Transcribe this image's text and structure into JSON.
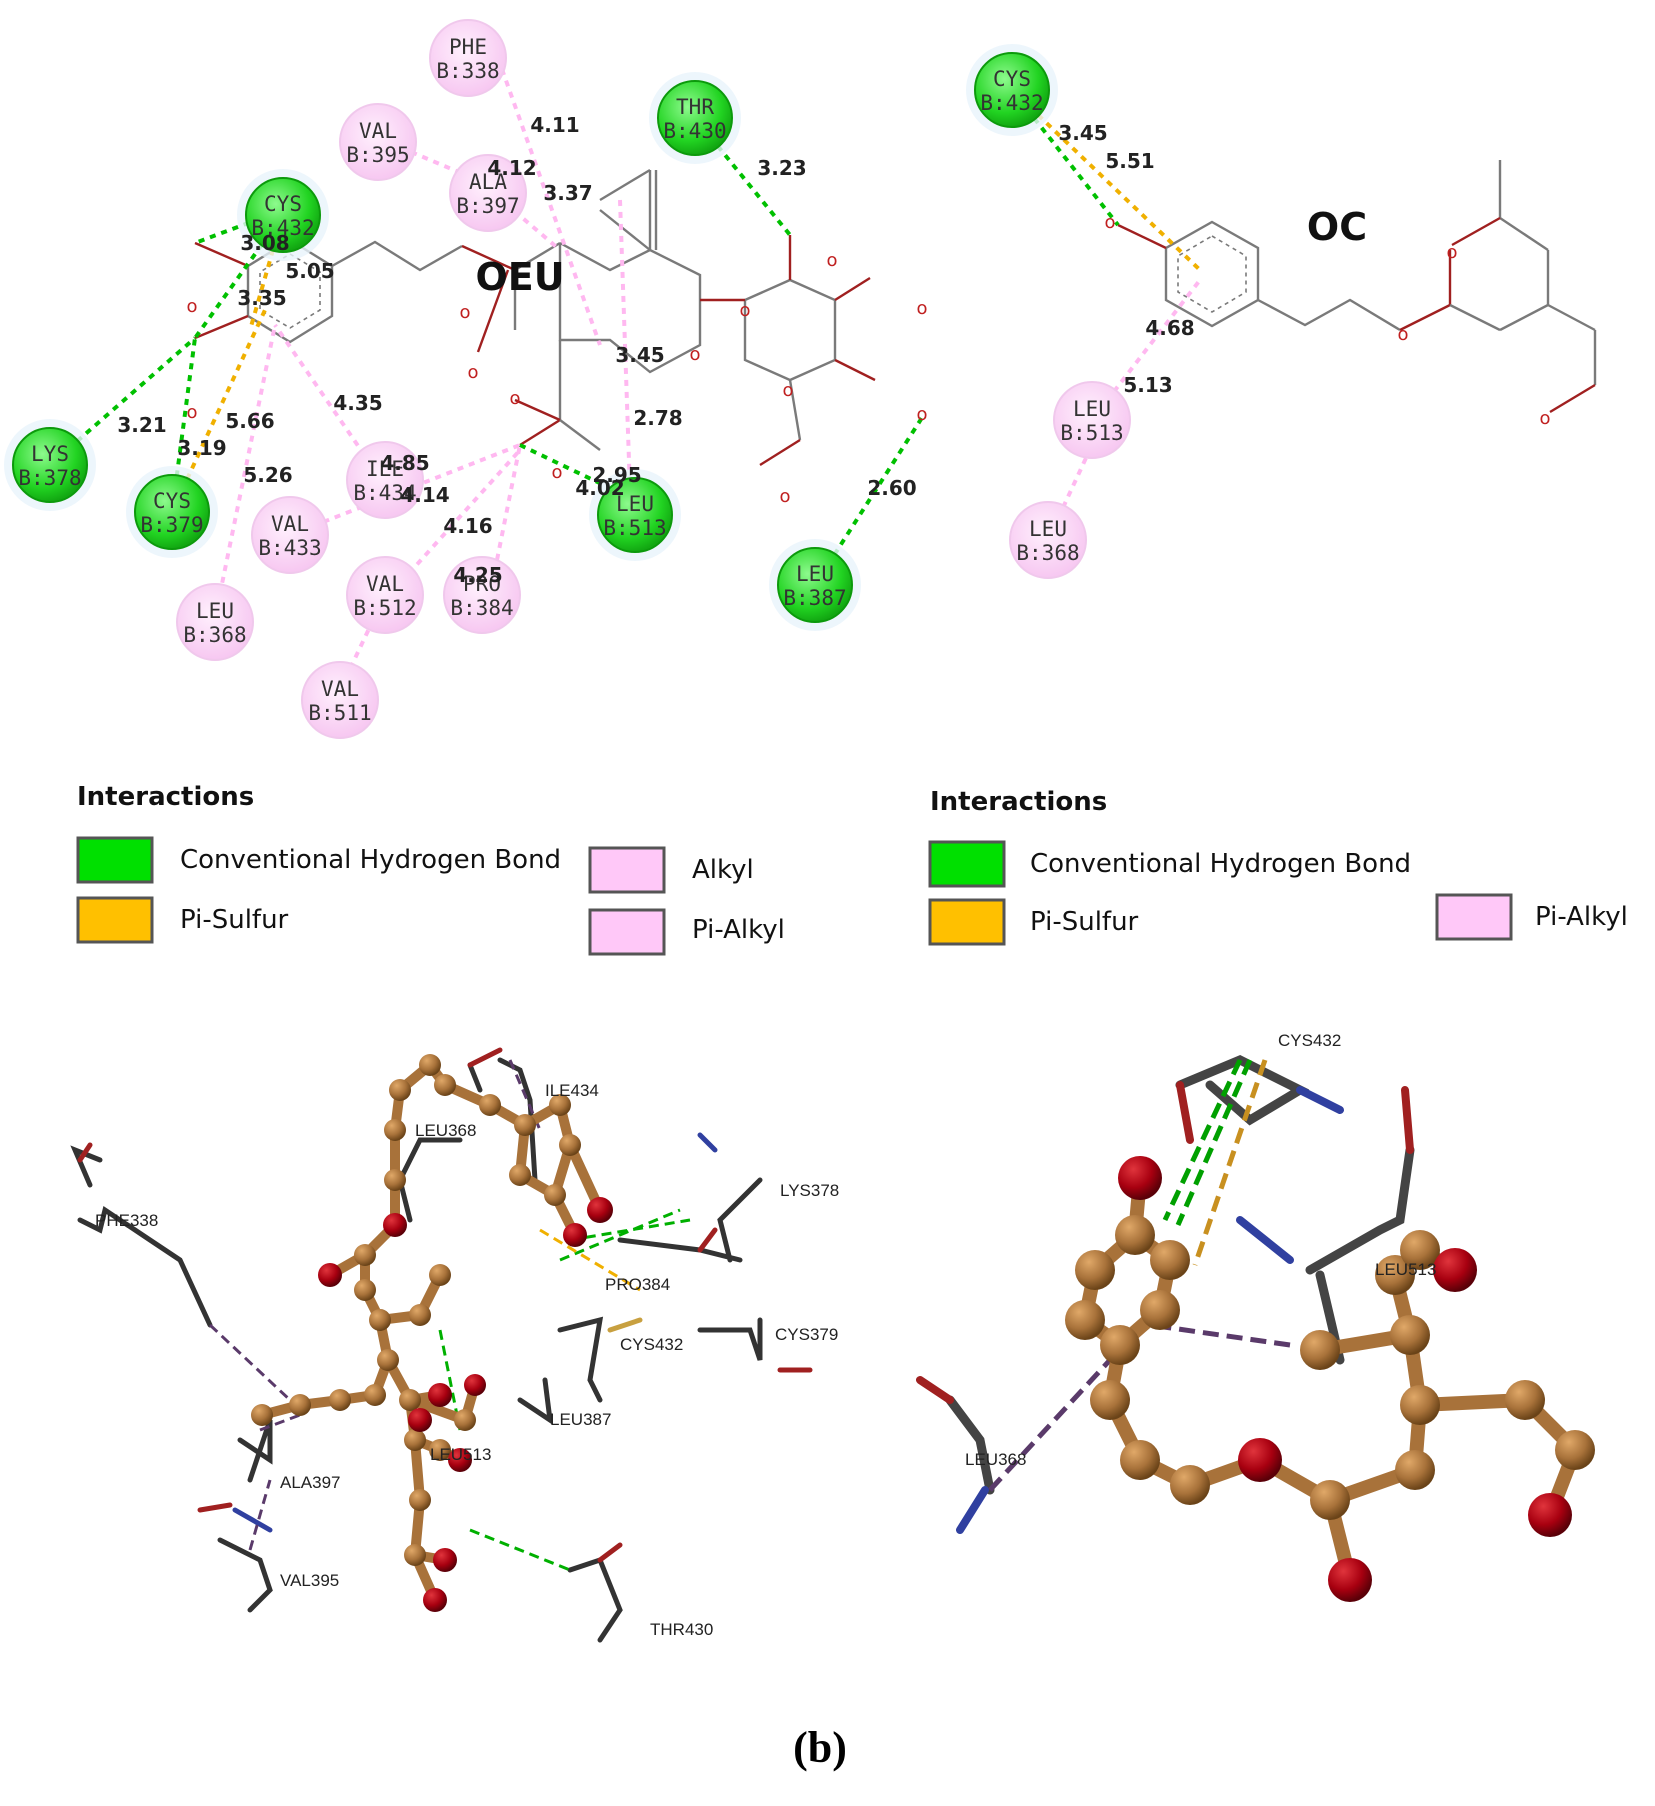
{
  "panel_a": {
    "ligand_left": "OEU",
    "ligand_right": "OC",
    "left_residues": [
      {
        "name": "PHE",
        "id": "B:338",
        "kind": "alkyl"
      },
      {
        "name": "VAL",
        "id": "B:395",
        "kind": "alkyl"
      },
      {
        "name": "ALA",
        "id": "B:397",
        "kind": "alkyl"
      },
      {
        "name": "THR",
        "id": "B:430",
        "kind": "hbond"
      },
      {
        "name": "CYS",
        "id": "B:432",
        "kind": "hbond"
      },
      {
        "name": "LYS",
        "id": "B:378",
        "kind": "hbond"
      },
      {
        "name": "CYS",
        "id": "B:379",
        "kind": "hbond"
      },
      {
        "name": "ILE",
        "id": "B:434",
        "kind": "alkyl"
      },
      {
        "name": "VAL",
        "id": "B:433",
        "kind": "alkyl"
      },
      {
        "name": "LEU",
        "id": "B:513",
        "kind": "hbond"
      },
      {
        "name": "LEU",
        "id": "B:387",
        "kind": "hbond"
      },
      {
        "name": "VAL",
        "id": "B:512",
        "kind": "alkyl"
      },
      {
        "name": "PRO",
        "id": "B:384",
        "kind": "alkyl"
      },
      {
        "name": "LEU",
        "id": "B:368",
        "kind": "alkyl"
      },
      {
        "name": "VAL",
        "id": "B:511",
        "kind": "alkyl"
      }
    ],
    "left_distances": [
      "4.11",
      "4.12",
      "3.37",
      "3.23",
      "3.08",
      "5.05",
      "3.35",
      "3.45",
      "4.35",
      "3.21",
      "5.66",
      "2.78",
      "3.19",
      "4.85",
      "2.95",
      "4.02",
      "5.26",
      "4.14",
      "4.16",
      "2.60",
      "4.25"
    ],
    "right_residues": [
      {
        "name": "CYS",
        "id": "B:432",
        "kind": "hbond"
      },
      {
        "name": "LEU",
        "id": "B:513",
        "kind": "alkyl"
      },
      {
        "name": "LEU",
        "id": "B:368",
        "kind": "alkyl"
      }
    ],
    "right_distances": [
      "3.45",
      "5.51",
      "4.68",
      "5.13"
    ]
  },
  "legend_left": {
    "title": "Interactions",
    "items": [
      {
        "label": "Conventional Hydrogen Bond",
        "color": "#00e000"
      },
      {
        "label": "Pi-Sulfur",
        "color": "#ffc000"
      },
      {
        "label": "Alkyl",
        "color": "#ffc8f8"
      },
      {
        "label": "Pi-Alkyl",
        "color": "#ffc8f8"
      }
    ]
  },
  "legend_right": {
    "title": "Interactions",
    "items": [
      {
        "label": "Conventional Hydrogen Bond",
        "color": "#00e000"
      },
      {
        "label": "Pi-Sulfur",
        "color": "#ffc000"
      },
      {
        "label": "Pi-Alkyl",
        "color": "#ffc8f8"
      }
    ]
  },
  "panel_3d_left_labels": [
    "ILE434",
    "LEU368",
    "LYS378",
    "PHE338",
    "PRO384",
    "CYS432",
    "CYS379",
    "LEU387",
    "LEU513",
    "ALA397",
    "VAL395",
    "THR430"
  ],
  "panel_3d_right_labels": [
    "CYS432",
    "LEU513",
    "LEU368"
  ],
  "caption": "(b)",
  "colors": {
    "hbond": "#00e000",
    "pi_sulfur": "#f0b000",
    "alkyl": "#ffb8f0",
    "atom_c": "#a8723a",
    "atom_o": "#a80010",
    "stick": "#333333"
  }
}
